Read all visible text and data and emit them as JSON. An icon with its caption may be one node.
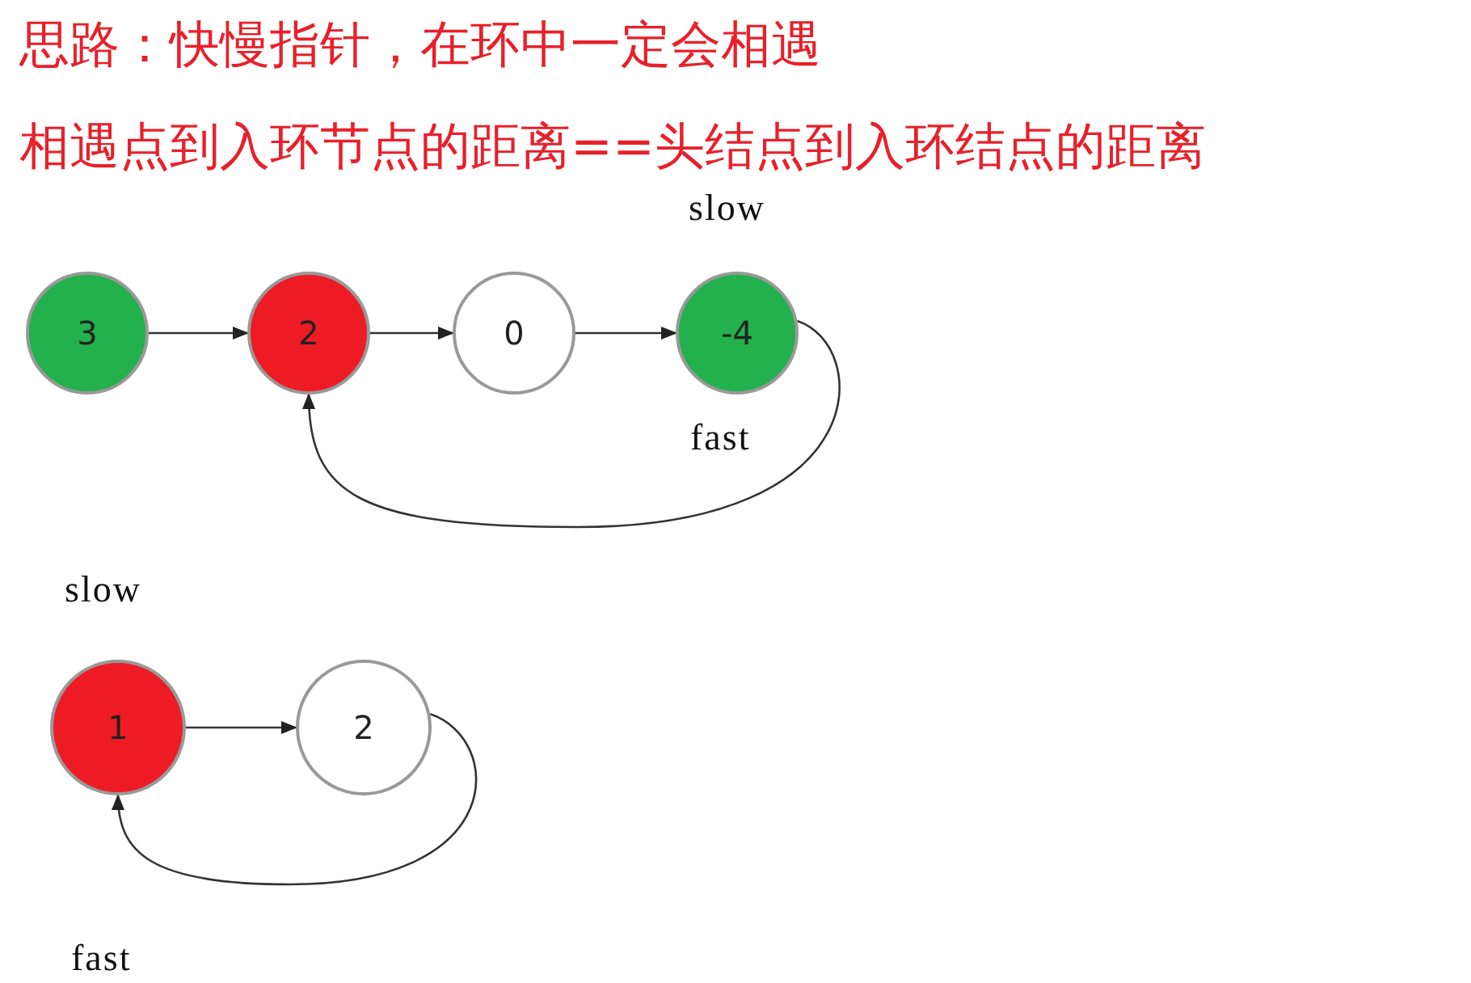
{
  "diagram": {
    "title": "思路：快慢指针，在环中一定会相遇",
    "nodes": [
      {
        "text": [
          "3"
        ]
      },
      {
        "text": [
          "2"
        ]
      },
      {
        "text": [
          "0"
        ]
      },
      {
        "text": [
          "-4"
        ]
      },
      {
        "text": [
          "1"
        ]
      },
      {
        "text": [
          "2"
        ]
      }
    ],
    "edges": [
      {
        "from": 0,
        "to": 1,
        "arrow": "to"
      },
      {
        "from": 1,
        "to": 2,
        "arrow": "to"
      },
      {
        "from": 2,
        "to": 3,
        "arrow": "to"
      },
      {
        "from": 3,
        "to": 1,
        "arrow": "to"
      },
      {
        "from": 4,
        "to": 5,
        "arrow": "to"
      },
      {
        "from": 5,
        "to": 4,
        "arrow": "to"
      }
    ],
    "labels": [
      "相遇点到入环节点的距离==头结点到入环结点的距离",
      "slow",
      "fast",
      "slow",
      "fast"
    ]
  }
}
